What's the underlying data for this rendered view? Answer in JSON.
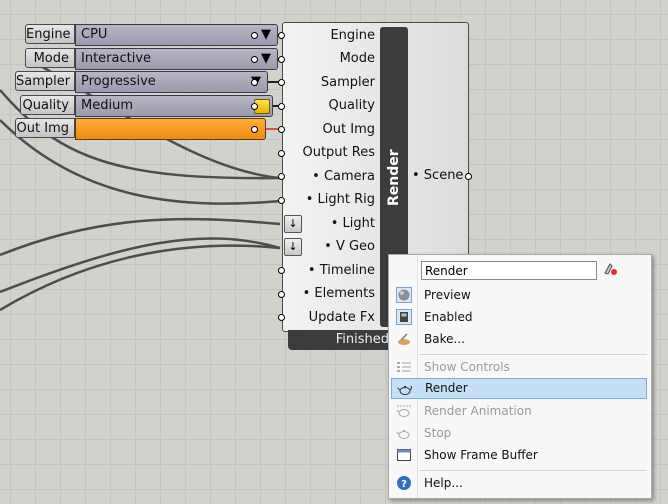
{
  "input_components": [
    {
      "label": "Engine",
      "value": "CPU",
      "kind": "dropdown"
    },
    {
      "label": "Mode",
      "value": "Interactive",
      "kind": "dropdown"
    },
    {
      "label": "Sampler",
      "value": "Progressive",
      "kind": "dropdown"
    },
    {
      "label": "Quality",
      "value": "Medium",
      "kind": "preset"
    },
    {
      "label": "Out Img",
      "value": "",
      "kind": "color"
    }
  ],
  "render_component": {
    "title": "Render",
    "inputs": [
      "Engine",
      "Mode",
      "Sampler",
      "Quality",
      "Out Img",
      "Output Res",
      "• Camera",
      "• Light Rig",
      "• Light",
      "• V Geo",
      "• Timeline",
      "• Elements",
      "Update Fx"
    ],
    "output": "• Scene",
    "status_tab": "Finished"
  },
  "dropdown_arrow_glyph": "▼",
  "flatten_glyph": "↓",
  "context_menu": {
    "name_value": "Render",
    "items": [
      {
        "label": "Preview",
        "icon": "preview-sphere-icon",
        "disabled": false
      },
      {
        "label": "Enabled",
        "icon": "enabled-icon",
        "disabled": false
      },
      {
        "label": "Bake...",
        "icon": "bake-icon",
        "disabled": false
      },
      {
        "label": "Show Controls",
        "icon": "show-controls-icon",
        "disabled": true
      },
      {
        "label": "Render",
        "icon": "teapot-icon",
        "disabled": false,
        "highlighted": true
      },
      {
        "label": "Render Animation",
        "icon": "animation-teapot-icon",
        "disabled": true
      },
      {
        "label": "Stop",
        "icon": "stop-teapot-icon",
        "disabled": true
      },
      {
        "label": "Show Frame Buffer",
        "icon": "frame-buffer-icon",
        "disabled": false
      },
      {
        "label": "Help...",
        "icon": "help-icon",
        "disabled": false
      }
    ]
  },
  "colors": {
    "canvas": "#d2d2cd",
    "orange_swatch": "#f59a20",
    "component_dark": "#3c3c3c",
    "menu_highlight": "#c4dff6"
  }
}
